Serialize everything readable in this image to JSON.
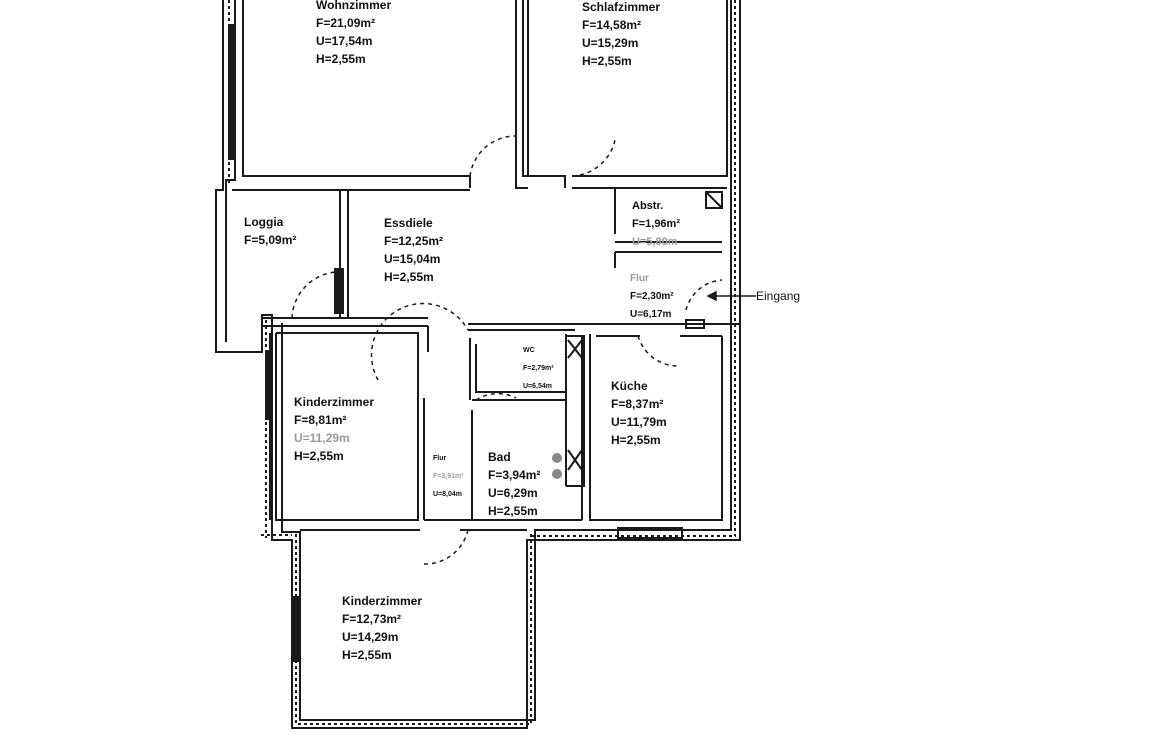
{
  "page": {
    "background": "#ffffff",
    "line_color": "#1a1a1a"
  },
  "rooms": {
    "wohnzimmer": {
      "name": "Wohnzimmer",
      "f": "F=21,09m²",
      "u": "U=17,54m",
      "h": "H=2,55m"
    },
    "schlafzimmer": {
      "name": "Schlafzimmer",
      "f": "F=14,58m²",
      "u": "U=15,29m",
      "h": "H=2,55m"
    },
    "loggia": {
      "name": "Loggia",
      "f": "F=5,09m²"
    },
    "essdiele": {
      "name": "Essdiele",
      "f": "F=12,25m²",
      "u": "U=15,04m",
      "h": "H=2,55m"
    },
    "abstr": {
      "name": "Abstr.",
      "f": "F=1,96m²",
      "u": "U=5,80m"
    },
    "flur_entry": {
      "name": "Flur",
      "f": "F=2,30m²",
      "u": "U=6,17m"
    },
    "wc": {
      "name": "WC",
      "f": "F=2,79m²",
      "u": "U=6,54m"
    },
    "kueche": {
      "name": "Küche",
      "f": "F=8,37m²",
      "u": "U=11,79m",
      "h": "H=2,55m"
    },
    "kinderzimmer1": {
      "name": "Kinderzimmer",
      "f": "F=8,81m²",
      "u": "U=11,29m",
      "h": "H=2,55m"
    },
    "flur_inner": {
      "name": "Flur",
      "f": "F=3,91m²",
      "u": "U=8,04m"
    },
    "bad": {
      "name": "Bad",
      "f": "F=3,94m²",
      "u": "U=6,29m",
      "h": "H=2,55m"
    },
    "kinderzimmer2": {
      "name": "Kinderzimmer",
      "f": "F=12,73m²",
      "u": "U=14,29m",
      "h": "H=2,55m"
    }
  },
  "entrance": {
    "label": "Eingang"
  }
}
